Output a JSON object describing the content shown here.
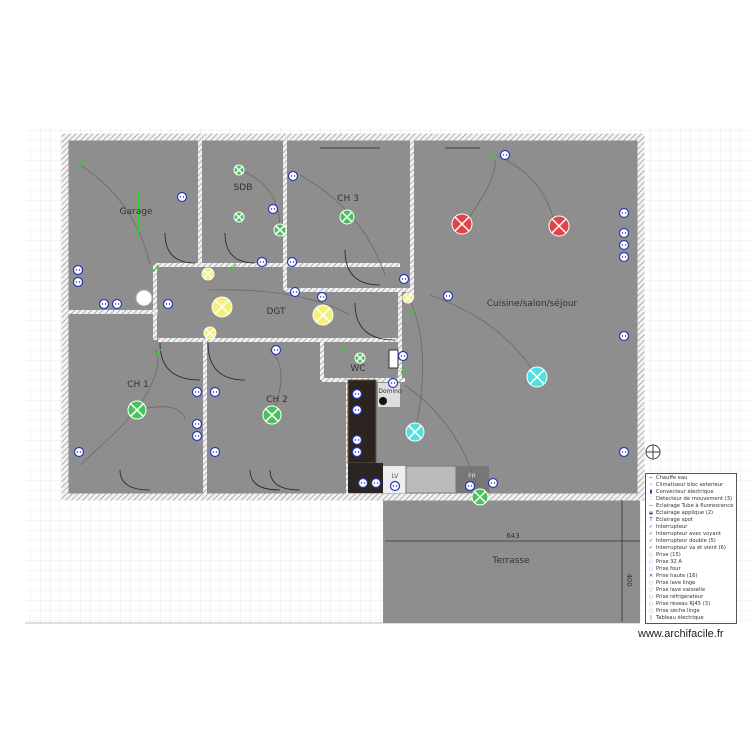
{
  "plan": {
    "rooms": {
      "garage": "Garage",
      "sdb": "SDB",
      "ch3": "CH 3",
      "dgt": "DGT",
      "cuisine": "Cuisine/salon/séjour",
      "ch1": "CH 1",
      "ch2": "CH 2",
      "wc": "WC",
      "domino": "Domino",
      "lv": "LV",
      "fr": "FR",
      "terrasse": "Terrasse"
    },
    "dimensions": {
      "terrasse_width": "643",
      "terrasse_depth": "400"
    }
  },
  "legend": {
    "items": [
      {
        "icon": "water-heater-icon",
        "symbol": "⌁",
        "label": "Chauffe eau"
      },
      {
        "icon": "ac-unit-icon",
        "symbol": "⁘",
        "label": "Climatiseur bloc exterieur"
      },
      {
        "icon": "convector-icon",
        "symbol": "▮",
        "label": "Convecteur électrique"
      },
      {
        "icon": "motion-detector-icon",
        "symbol": "⁚",
        "label": "Détecteur de mouvement (3)"
      },
      {
        "icon": "fluorescent-tube-icon",
        "symbol": "—",
        "label": "Eclairage Tube à fluorescence"
      },
      {
        "icon": "wall-light-icon",
        "symbol": "◒",
        "label": "Eclairage applique (2)"
      },
      {
        "icon": "spot-light-icon",
        "symbol": "T",
        "label": "Eclairage spot"
      },
      {
        "icon": "switch-icon",
        "symbol": "✓",
        "label": "Interrupteur"
      },
      {
        "icon": "switch-light-icon",
        "symbol": "✓",
        "label": "Interrupteur avec voyant"
      },
      {
        "icon": "double-switch-icon",
        "symbol": "✓",
        "label": "Interrupteur double (5)"
      },
      {
        "icon": "two-way-switch-icon",
        "symbol": "✓",
        "label": "Interrupteur va et vient (6)"
      },
      {
        "icon": "socket-icon",
        "symbol": "◌",
        "label": "Prise (15)"
      },
      {
        "icon": "socket-32a-icon",
        "symbol": "◌",
        "label": "Prise 32 A"
      },
      {
        "icon": "oven-socket-icon",
        "symbol": "◌",
        "label": "Prise four"
      },
      {
        "icon": "high-socket-icon",
        "symbol": "✕",
        "label": "Prise haute (16)"
      },
      {
        "icon": "washing-machine-socket-icon",
        "symbol": "◌",
        "label": "Prise lave linge"
      },
      {
        "icon": "dishwasher-socket-icon",
        "symbol": "◌",
        "label": "Prise lave vaisselle"
      },
      {
        "icon": "fridge-socket-icon",
        "symbol": "◌",
        "label": "Prise réfrigérateur"
      },
      {
        "icon": "network-socket-icon",
        "symbol": "◌",
        "label": "Prise réseau RJ45 (3)"
      },
      {
        "icon": "dryer-socket-icon",
        "symbol": "◌",
        "label": "Prise sèche linge"
      },
      {
        "icon": "electrical-panel-icon",
        "symbol": "|",
        "label": "Tableau électrique"
      }
    ]
  },
  "footer": {
    "site": "www.archifacile.fr"
  },
  "colors": {
    "floor": "#8e8e8e",
    "wall": "#e8e8e8",
    "socket": "#2a35c8",
    "light_red": "#e0454a",
    "light_green": "#45c45a",
    "light_yellow": "#f4f07a",
    "light_cyan": "#4fe0e0"
  }
}
